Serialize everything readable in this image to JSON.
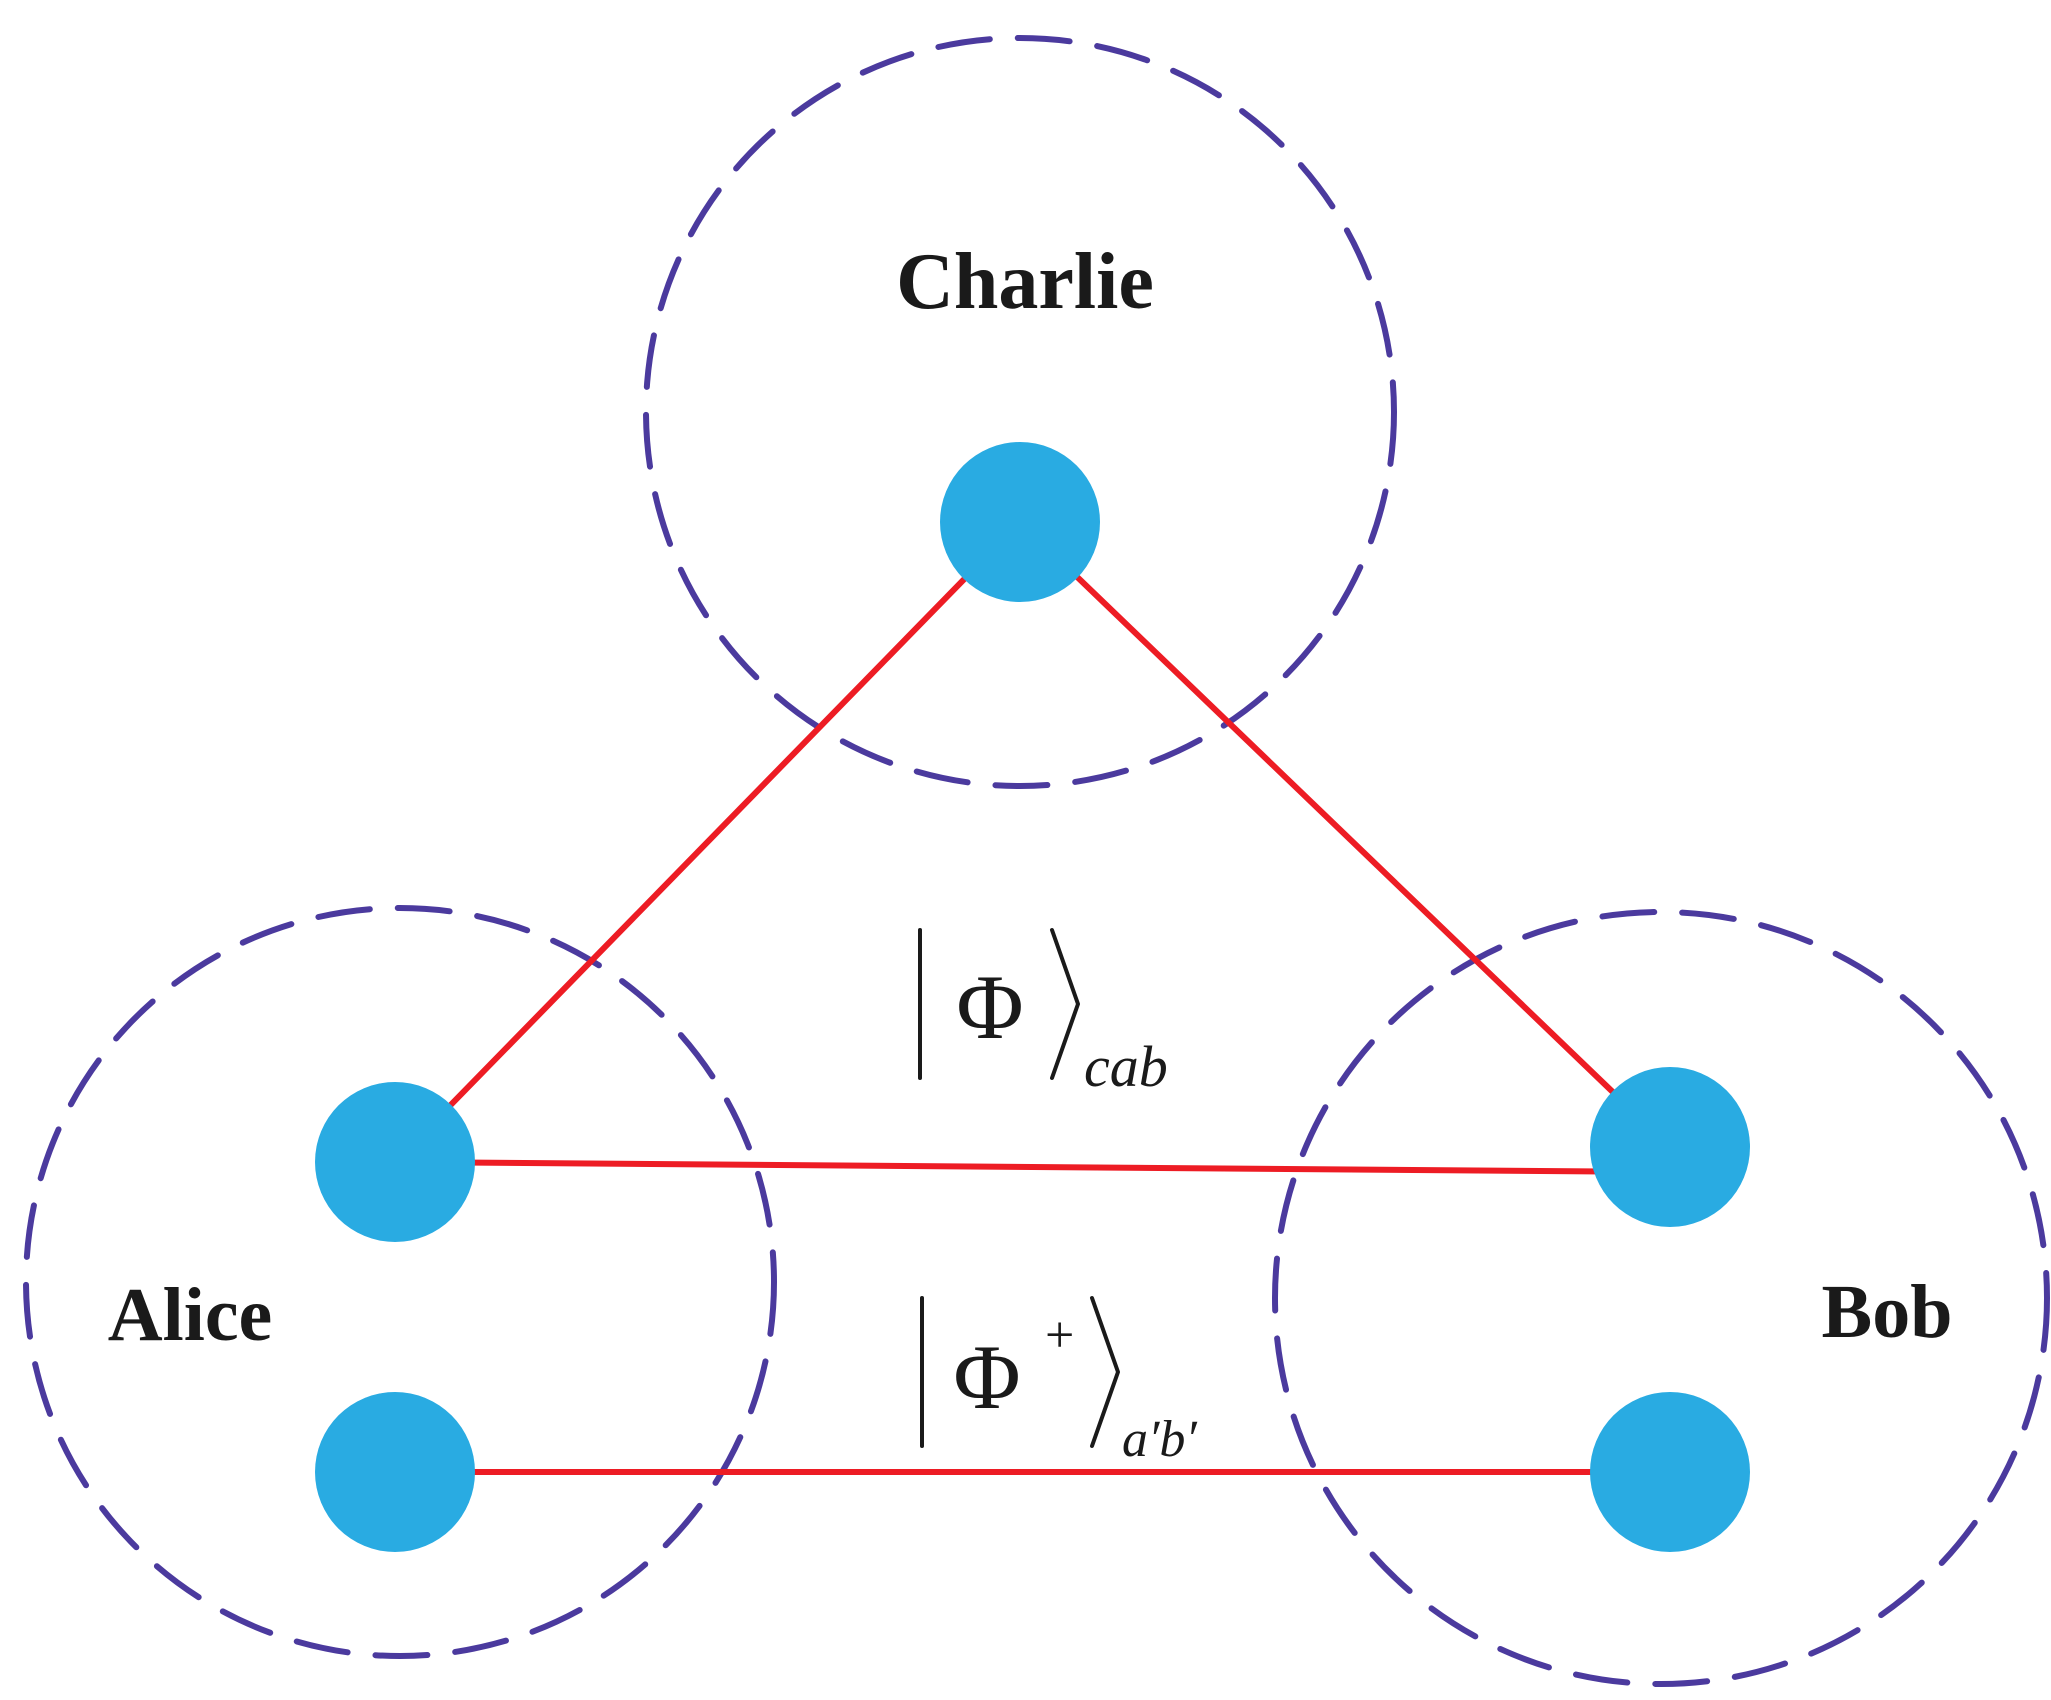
{
  "colors": {
    "qubit": "#29abe2",
    "entanglement": "#ed1c24",
    "boundary": "#4b3a9e",
    "text": "#1a1a1a"
  },
  "parties": {
    "charlie": {
      "label": "Charlie"
    },
    "alice": {
      "label": "Alice"
    },
    "bob": {
      "label": "Bob"
    }
  },
  "states": {
    "ghz": {
      "symbol": "Φ",
      "superscript": "",
      "subscript": "cab"
    },
    "bell": {
      "symbol": "Φ",
      "superscript": "+",
      "subscript": "a′b′"
    }
  }
}
